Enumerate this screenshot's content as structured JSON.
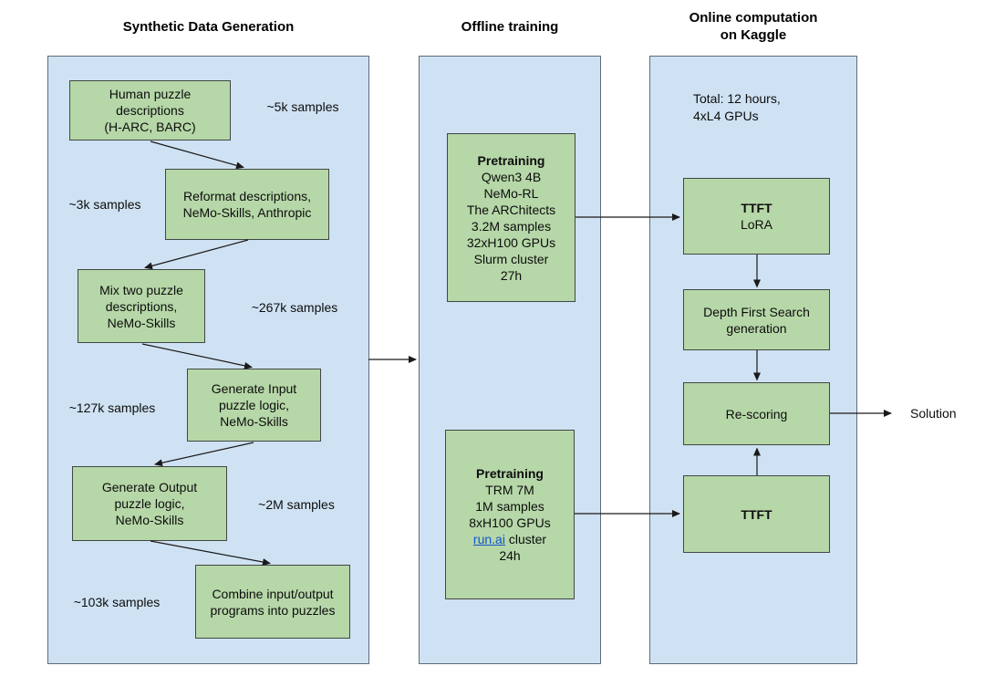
{
  "columns": {
    "left": {
      "title": "Synthetic Data Generation",
      "boxes": [
        {
          "text": "Human puzzle\ndescriptions\n(H-ARC, BARC)"
        },
        {
          "text": "Reformat descriptions,\nNeMo-Skills, Anthropic"
        },
        {
          "text": "Mix two puzzle\ndescriptions,\nNeMo-Skills"
        },
        {
          "text": "Generate Input\npuzzle logic,\nNeMo-Skills"
        },
        {
          "text": "Generate Output\npuzzle logic,\nNeMo-Skills"
        },
        {
          "text": "Combine input/output\nprograms into puzzles"
        }
      ],
      "sample_labels": [
        "~5k samples",
        "~3k samples",
        "~267k samples",
        "~127k samples",
        "~2M samples",
        "~103k samples"
      ]
    },
    "middle": {
      "title": "Offline training",
      "top_box": {
        "heading": "Pretraining",
        "lines": [
          "Qwen3 4B",
          "NeMo-RL",
          "The ARChitects",
          "3.2M samples",
          "32xH100 GPUs",
          "Slurm cluster",
          "27h"
        ]
      },
      "bottom_box": {
        "heading": "Pretraining",
        "lines": [
          "TRM 7M",
          "1M samples",
          "8xH100 GPUs"
        ],
        "link_text": "run.ai",
        "link_suffix": " cluster",
        "duration": "24h"
      }
    },
    "right": {
      "title": "Online computation\non Kaggle",
      "note": "Total: 12 hours,\n4xL4 GPUs",
      "boxes": [
        {
          "heading": "TTFT",
          "line": "LoRA"
        },
        {
          "text": "Depth First Search\ngeneration"
        },
        {
          "text": "Re-scoring"
        },
        {
          "heading": "TTFT"
        }
      ]
    }
  },
  "output": {
    "solution_label": "Solution"
  },
  "colors": {
    "container_fill": "#cfe2f3",
    "node_fill": "#b6d7a8",
    "link": "#1155cc",
    "text": "#0d0d0d"
  }
}
